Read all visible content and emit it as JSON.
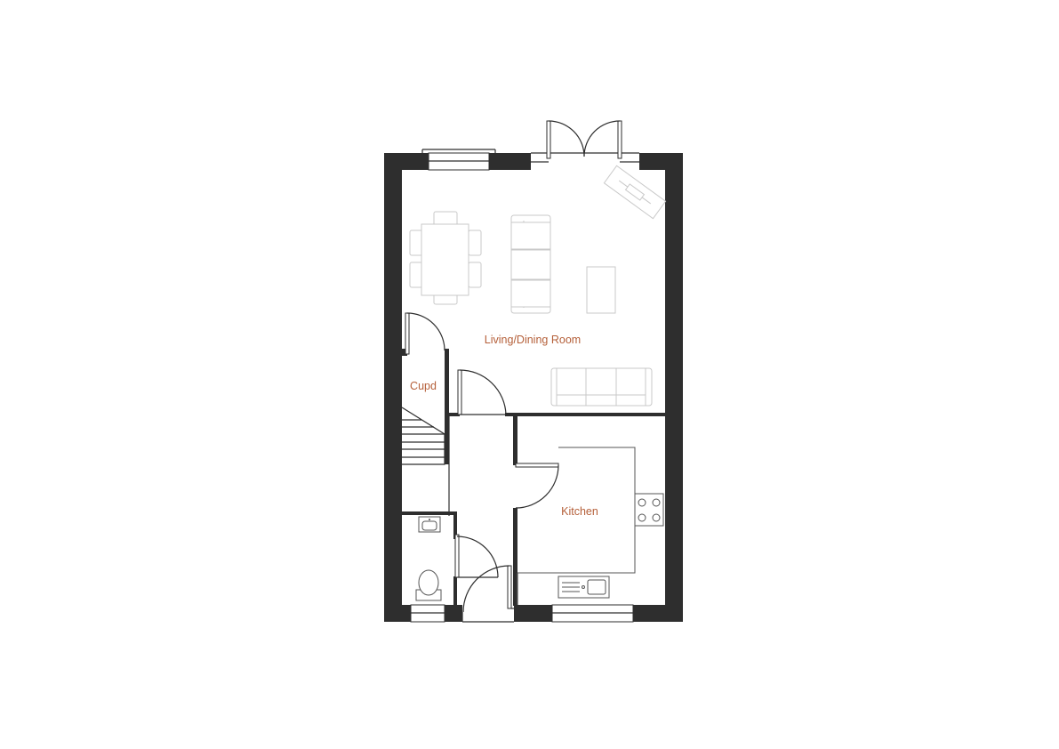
{
  "colors": {
    "wall": "#2e2e2e",
    "label": "#b5603a",
    "furniture": "#c9c9c9",
    "background": "#ffffff"
  },
  "rooms": [
    {
      "id": "living-dining",
      "label": "Living/Dining Room"
    },
    {
      "id": "cupd",
      "label": "Cupd"
    },
    {
      "id": "kitchen",
      "label": "Kitchen"
    }
  ]
}
